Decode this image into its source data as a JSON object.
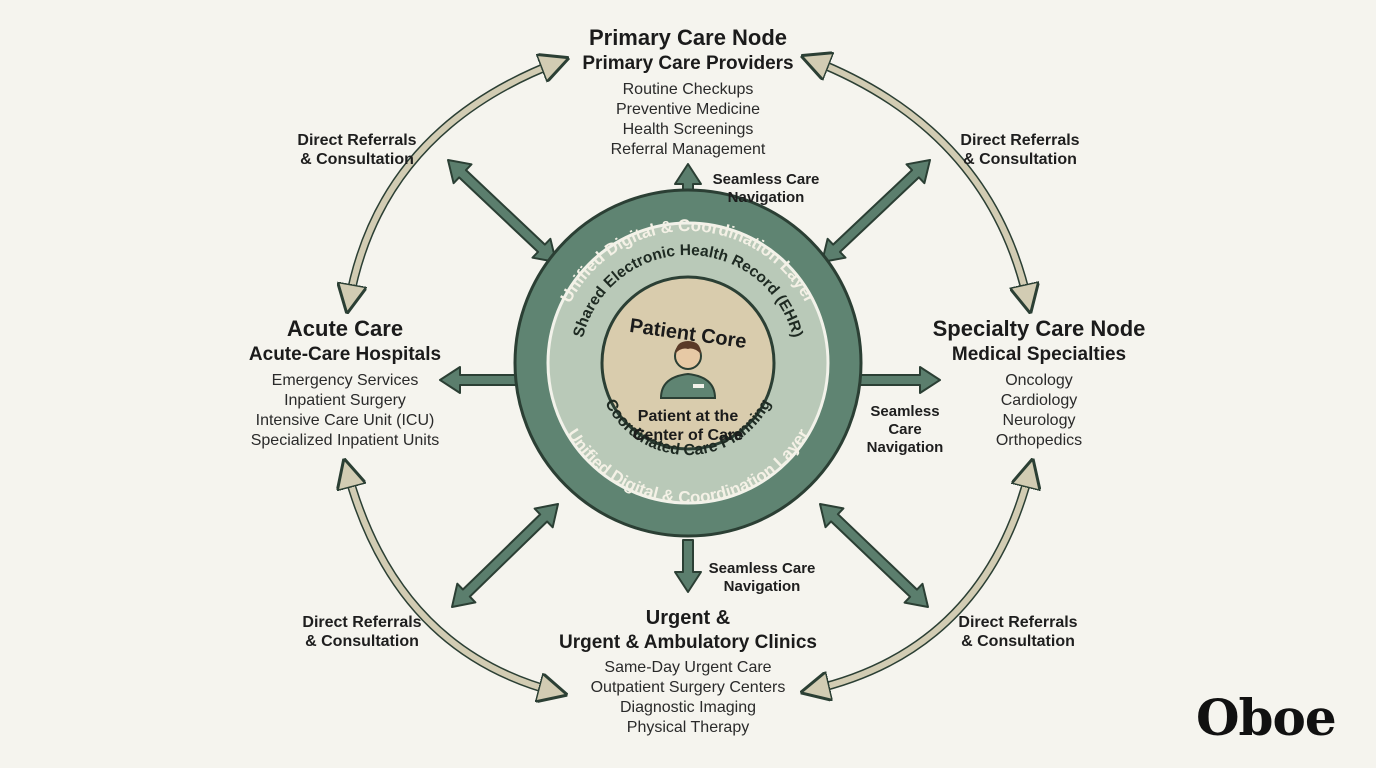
{
  "nodes": {
    "primary": {
      "title": "Primary Care Node",
      "subtitle": "Primary Care Providers",
      "items": [
        "Routine Checkups",
        "Preventive Medicine",
        "Health Screenings",
        "Referral Management"
      ]
    },
    "acute": {
      "title": "Acute Care",
      "subtitle": "Acute-Care Hospitals",
      "items": [
        "Emergency Services",
        "Inpatient Surgery",
        "Intensive Care Unit (ICU)",
        "Specialized Inpatient Units"
      ]
    },
    "specialty": {
      "title": "Specialty Care Node",
      "subtitle": "Medical Specialties",
      "items": [
        "Oncology",
        "Cardiology",
        "Neurology",
        "Orthopedics"
      ]
    },
    "urgent": {
      "title": "Urgent &",
      "subtitle": "Urgent & Ambulatory Clinics",
      "items": [
        "Same-Day Urgent Care",
        "Outpatient Surgery Centers",
        "Diagnostic Imaging",
        "Physical Therapy"
      ]
    }
  },
  "labels": {
    "referral_line1": "Direct Referrals",
    "referral_line2": "& Consultation",
    "nav_top_line1": "Seamless Care",
    "nav_top_line2": "Navigation",
    "nav_right_line1": "Seamless",
    "nav_right_line2": "Care",
    "nav_right_line3": "Navigation"
  },
  "center": {
    "outer_ring": "Unified Digital & Coordination Layer",
    "ehr_ring": "Shared Electronic Health Record (EHR)",
    "planning_ring": "Coordinated Care Planning",
    "core_title": "Patient Core",
    "core_line1": "Patient at the",
    "core_line2": "Center of Care"
  },
  "logo": "Oboe",
  "colors": {
    "background": "#f5f4ee",
    "outer_ring": "#5f8472",
    "middle_ring": "#b9c9b8",
    "core_fill": "#d9ccad",
    "arrow_green": "#5b7e6d",
    "arrow_beige": "#d2ccb3",
    "arrow_outline": "#2b3f34"
  },
  "icons": [
    "patient-avatar-icon"
  ]
}
